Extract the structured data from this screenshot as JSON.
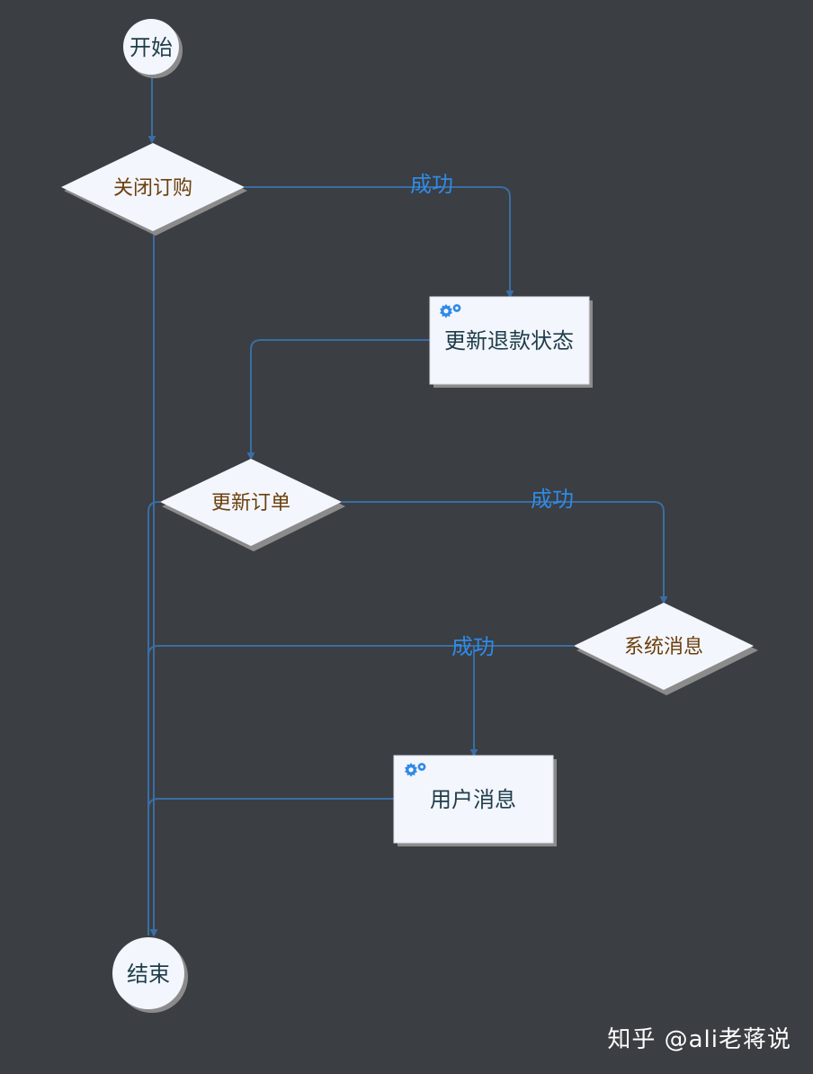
{
  "diagram": {
    "nodes": {
      "start": "开始",
      "close_purchase": "关闭订购",
      "update_refund_status": "更新退款状态",
      "update_order": "更新订单",
      "system_message": "系统消息",
      "user_message": "用户消息",
      "end": "结束"
    },
    "edge_labels": {
      "close_purchase_success": "成功",
      "update_order_success": "成功",
      "system_message_success": "成功"
    },
    "colors": {
      "background": "#3b3e42",
      "node_fill": "#f3f6fc",
      "node_shadow": "#8b8b8b",
      "decision_text": "#6b3f0c",
      "task_text": "#1e3d4a",
      "edge": "#3a6ea5",
      "edge_label": "#2f8ae6",
      "task_icon": "#2f8ae6"
    },
    "icons": {
      "task": "gear-icon"
    }
  },
  "watermark": "知乎 @ali老蒋说"
}
